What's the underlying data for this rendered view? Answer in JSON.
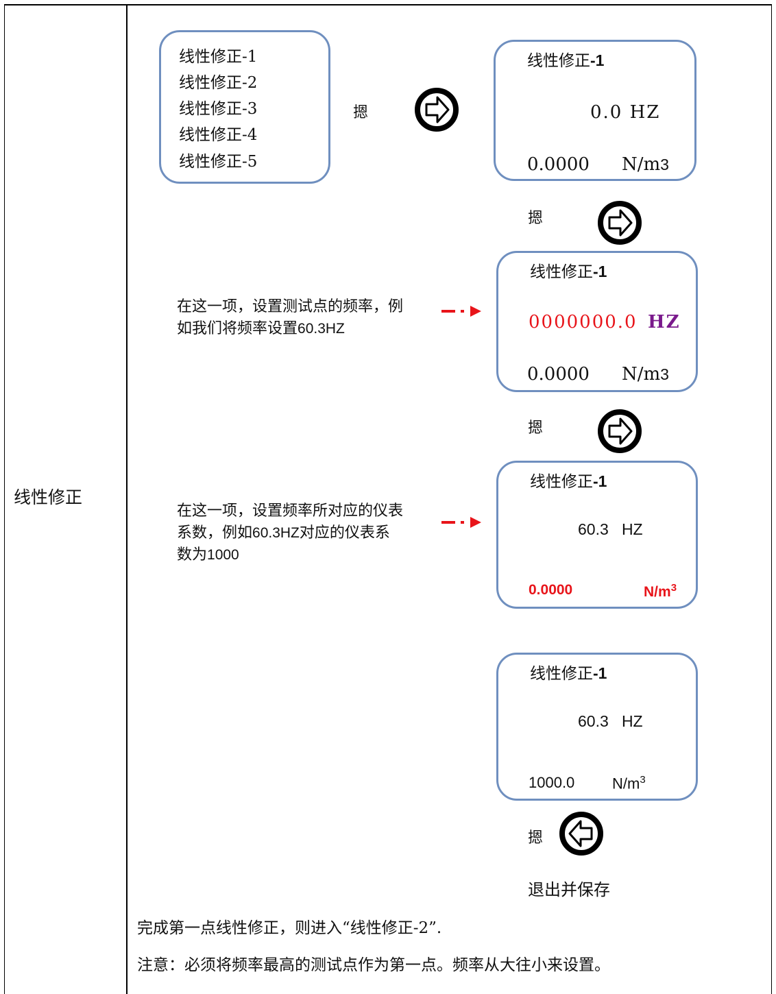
{
  "row_label": "线性修正",
  "menu": {
    "items": [
      "线性修正-1",
      "线性修正-2",
      "线性修正-3",
      "线性修正-4",
      "线性修正-5"
    ]
  },
  "key_label": "摁",
  "screen1": {
    "title_cn": "线性修正",
    "title_num": "-1",
    "freq": "0.0 HZ",
    "coef_val": "0.0000",
    "coef_unit": "N/m",
    "coef_exp": "3"
  },
  "screen2": {
    "title_cn": "线性修正",
    "title_num": "-1",
    "freq_val": "0000000.0",
    "freq_unit": "HZ",
    "coef_val": "0.0000",
    "coef_unit": "N/m",
    "coef_exp": "3"
  },
  "screen3": {
    "title_cn": "线性修正",
    "title_num": "-1",
    "freq_val": "60.3",
    "freq_unit": "HZ",
    "coef_val": "0.0000",
    "coef_unit": "N/m",
    "coef_exp": "3"
  },
  "screen4": {
    "title_cn": "线性修正",
    "title_num": "-1",
    "freq_val": "60.3",
    "freq_unit": "HZ",
    "coef_val": "1000.0",
    "coef_unit": "N/m",
    "coef_exp": "3"
  },
  "desc1": {
    "line1": "在这一项，设置测试点的频率，例",
    "line2_cn": "如我们将频率设置",
    "line2_num": "60.3HZ"
  },
  "desc2": {
    "line1": "在这一项，设置频率所对应的仪表",
    "line2_a": "系数，例如",
    "line2_num": "60.3HZ",
    "line2_b": "对应的仪表系",
    "line3_cn": "数为",
    "line3_num": "1000"
  },
  "exit_label": "退出并保存",
  "note1": "完成第一点线性修正，则进入“线性修正-2”.",
  "note2": "注意：必须将频率最高的测试点作为第一点。频率从大往小来设置。",
  "icons": {
    "forward": "arrow-right-circle-icon",
    "back": "arrow-left-circle-icon"
  },
  "colors": {
    "screen_border": "#6f8fbf",
    "highlight_red": "#e8141a",
    "unit_purple": "#7a1a8c"
  }
}
